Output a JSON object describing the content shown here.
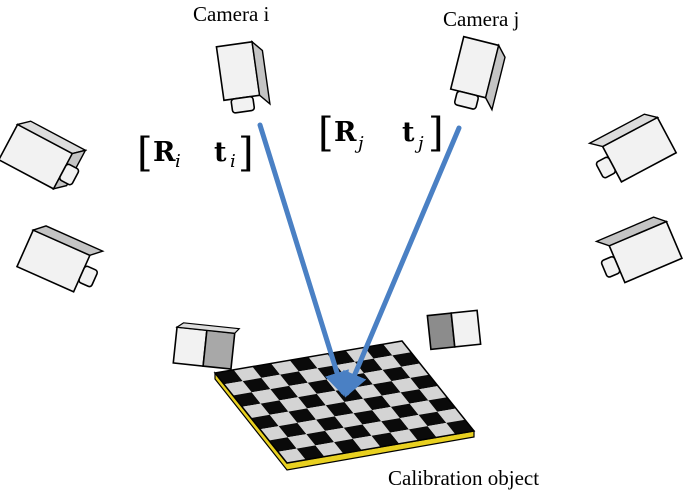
{
  "labels": {
    "camera_i": "Camera i",
    "camera_j": "Camera j",
    "calibration_object": "Calibration object"
  },
  "extrinsics_i": {
    "rotation": "R",
    "rotation_sub": "i",
    "translation": "t",
    "translation_sub": "i"
  },
  "extrinsics_j": {
    "rotation": "R",
    "rotation_sub": "j",
    "translation": "t",
    "translation_sub": "j"
  },
  "colors": {
    "ray": "#4a80c4",
    "board_edge": "#e8d020",
    "board_dark": "#0a0a0a",
    "board_light": "#d4d4d4",
    "camera_face": "#f2f2f2",
    "camera_side": "#c4c4c4"
  },
  "board": {
    "rows": 8,
    "cols": 10
  },
  "icons": [
    "camera-icon",
    "checkerboard-icon",
    "arrow-icon"
  ]
}
